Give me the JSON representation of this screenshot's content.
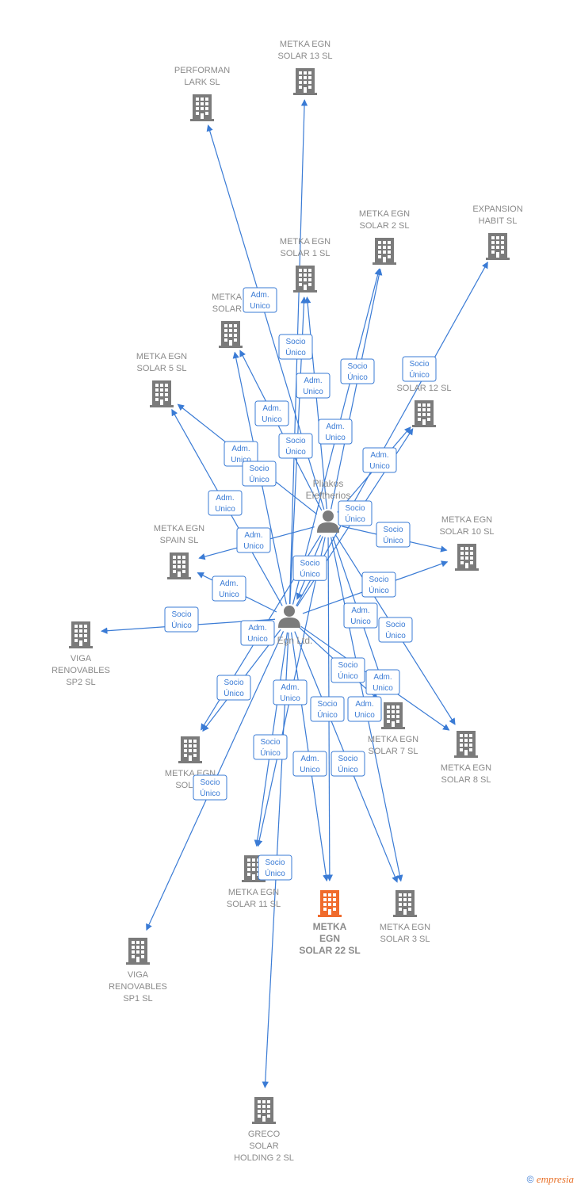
{
  "colors": {
    "edge": "#3a7bd5",
    "node": "#7b7b7b",
    "main_node": "#f06b2c",
    "label": "#8a8a8a"
  },
  "persons": [
    {
      "id": "pliakos",
      "label_lines": [
        "Pliakos",
        "Eleftherios"
      ]
    },
    {
      "id": "metka_ltd",
      "label_lines": [
        "a- Egn Ltd."
      ]
    }
  ],
  "companies": [
    {
      "id": "performan",
      "label_lines": [
        "PERFORMAN",
        "LARK  SL"
      ]
    },
    {
      "id": "s13",
      "label_lines": [
        "METKA EGN",
        "SOLAR 13  SL"
      ]
    },
    {
      "id": "s2",
      "label_lines": [
        "METKA EGN",
        "SOLAR 2  SL"
      ]
    },
    {
      "id": "expansion",
      "label_lines": [
        "EXPANSION",
        "HABIT  SL"
      ]
    },
    {
      "id": "s1",
      "label_lines": [
        "METKA EGN",
        "SOLAR 1  SL"
      ]
    },
    {
      "id": "s6",
      "label_lines": [
        "METKA E",
        "SOLAR 6"
      ]
    },
    {
      "id": "s12",
      "label_lines": [
        "M      GN",
        "SOLAR 12  SL"
      ]
    },
    {
      "id": "s5",
      "label_lines": [
        "METKA EGN",
        "SOLAR 5  SL"
      ]
    },
    {
      "id": "spain",
      "label_lines": [
        "METKA EGN",
        "SPAIN  SL"
      ]
    },
    {
      "id": "s10",
      "label_lines": [
        "METKA EGN",
        "SOLAR 10  SL"
      ]
    },
    {
      "id": "viga2",
      "label_lines": [
        "VIGA",
        "RENOVABLES",
        "SP2  SL"
      ]
    },
    {
      "id": "s7",
      "label_lines": [
        "METKA EGN",
        "SOLAR 7  SL"
      ]
    },
    {
      "id": "s8",
      "label_lines": [
        "METKA EGN",
        "SOLAR 8  SL"
      ]
    },
    {
      "id": "s9",
      "label_lines": [
        "METKA EGN",
        "SOLAR"
      ]
    },
    {
      "id": "s11",
      "label_lines": [
        "METKA EGN",
        "SOLAR 11  SL"
      ]
    },
    {
      "id": "s22",
      "label_lines": [
        "METKA",
        "EGN",
        "SOLAR 22  SL"
      ],
      "main": true
    },
    {
      "id": "s3",
      "label_lines": [
        "METKA EGN",
        "SOLAR 3  SL"
      ]
    },
    {
      "id": "viga1",
      "label_lines": [
        "VIGA",
        "RENOVABLES",
        "SP1  SL"
      ]
    },
    {
      "id": "greco",
      "label_lines": [
        "GRECO",
        "SOLAR",
        "HOLDING 2  SL"
      ]
    }
  ],
  "edges": [
    {
      "from": "pliakos",
      "to": "performan",
      "badge": [
        "Adm.",
        "Unico"
      ]
    },
    {
      "from": "metka_ltd",
      "to": "s13",
      "badge": [
        "Socio",
        "Único"
      ]
    },
    {
      "from": "pliakos",
      "to": "s1",
      "badge": [
        "Adm.",
        "Unico"
      ]
    },
    {
      "from": "metka_ltd",
      "to": "s1",
      "badge": [
        "Socio",
        "Único"
      ]
    },
    {
      "from": "pliakos",
      "to": "s2",
      "badge": [
        "Adm.",
        "Unico"
      ]
    },
    {
      "from": "metka_ltd",
      "to": "s2",
      "badge": [
        "Socio",
        "Único"
      ]
    },
    {
      "from": "metka_ltd",
      "to": "expansion",
      "badge": [
        "Adm.",
        "Unico"
      ]
    },
    {
      "from": "pliakos",
      "to": "s6",
      "badge": [
        "Adm.",
        "Unico"
      ]
    },
    {
      "from": "metka_ltd",
      "to": "s6",
      "badge": [
        "Socio",
        "Único"
      ]
    },
    {
      "from": "pliakos",
      "to": "s5",
      "badge": [
        "Adm.",
        "Unico"
      ]
    },
    {
      "from": "metka_ltd",
      "to": "s5",
      "badge": [
        "Socio",
        "Único"
      ]
    },
    {
      "from": "pliakos",
      "to": "s12",
      "badge": [
        "Adm.",
        "Unico"
      ]
    },
    {
      "from": "metka_ltd",
      "to": "s12",
      "badge": [
        "Socio",
        "Único"
      ]
    },
    {
      "from": "pliakos",
      "to": "spain",
      "badge": [
        "Adm.",
        "Unico"
      ]
    },
    {
      "from": "metka_ltd",
      "to": "spain",
      "badge": [
        "Socio",
        "Único"
      ]
    },
    {
      "from": "pliakos",
      "to": "s10",
      "badge": [
        "Adm.",
        "Unico"
      ]
    },
    {
      "from": "metka_ltd",
      "to": "s10",
      "badge": [
        "Socio",
        "Único"
      ]
    },
    {
      "from": "metka_ltd",
      "to": "viga2",
      "badge": [
        "Socio",
        "Único"
      ]
    },
    {
      "from": "pliakos",
      "to": "s7",
      "badge": [
        "Adm.",
        "Unico"
      ]
    },
    {
      "from": "metka_ltd",
      "to": "s7",
      "badge": [
        "Socio",
        "Único"
      ]
    },
    {
      "from": "pliakos",
      "to": "s8",
      "badge": [
        "Adm.",
        "Unico"
      ]
    },
    {
      "from": "metka_ltd",
      "to": "s8",
      "badge": [
        "Socio",
        "Único"
      ]
    },
    {
      "from": "pliakos",
      "to": "s9",
      "badge": [
        "Adm.",
        "Unico"
      ]
    },
    {
      "from": "metka_ltd",
      "to": "s9",
      "badge": [
        "Socio",
        "Único"
      ]
    },
    {
      "from": "pliakos",
      "to": "s11",
      "badge": [
        "Adm.",
        "Unico"
      ]
    },
    {
      "from": "metka_ltd",
      "to": "s11",
      "badge": [
        "Socio",
        "Único"
      ]
    },
    {
      "from": "pliakos",
      "to": "s22",
      "badge": [
        "Adm.",
        "Unico"
      ]
    },
    {
      "from": "metka_ltd",
      "to": "s22",
      "badge": [
        "Socio",
        "Único"
      ]
    },
    {
      "from": "pliakos",
      "to": "s3",
      "badge": [
        "Adm.",
        "Unico"
      ]
    },
    {
      "from": "metka_ltd",
      "to": "s3",
      "badge": [
        "Socio",
        "Único"
      ]
    },
    {
      "from": "metka_ltd",
      "to": "viga1",
      "badge": [
        "Socio",
        "Único"
      ]
    },
    {
      "from": "metka_ltd",
      "to": "greco",
      "badge": [
        "Socio",
        "Único"
      ]
    },
    {
      "from": "pliakos",
      "to": "metka_ltd",
      "badge": [
        "Socio",
        "Único"
      ]
    }
  ],
  "footer": {
    "copyright": "©",
    "brand": "empresia"
  }
}
